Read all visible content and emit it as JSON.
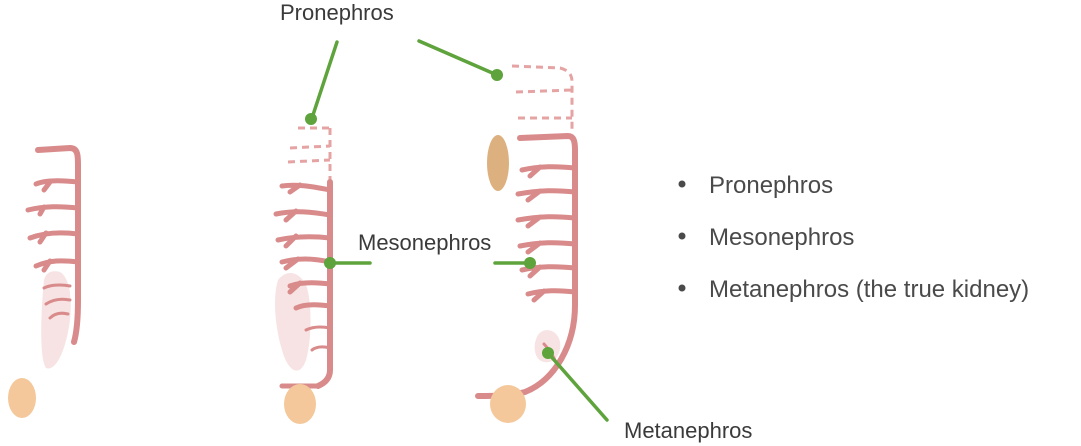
{
  "labels": {
    "pronephros": "Pronephros",
    "mesonephros": "Mesonephros",
    "metanephros": "Metanephros"
  },
  "legend": {
    "items": [
      "Pronephros",
      "Mesonephros",
      "Metanephros (the true kidney)"
    ]
  },
  "colors": {
    "duct": "#d98b8b",
    "leader": "#5ea33c",
    "cloaca": "#f4c89a",
    "gonad": "#ddb07f",
    "mass": "#f6dede",
    "text": "#3a3a3a"
  }
}
